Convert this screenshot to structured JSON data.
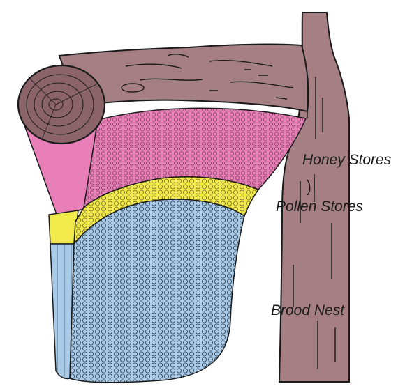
{
  "labels": {
    "honey": "Honey Stores",
    "pollen": "Pollen Stores",
    "brood": "Brood Nest"
  },
  "colors": {
    "wood": "#a57f84",
    "wood_dark": "#8a6468",
    "honey": "#e87fb8",
    "pollen": "#f2e94a",
    "brood": "#a9cbe8",
    "outline": "#1a1a1a"
  }
}
